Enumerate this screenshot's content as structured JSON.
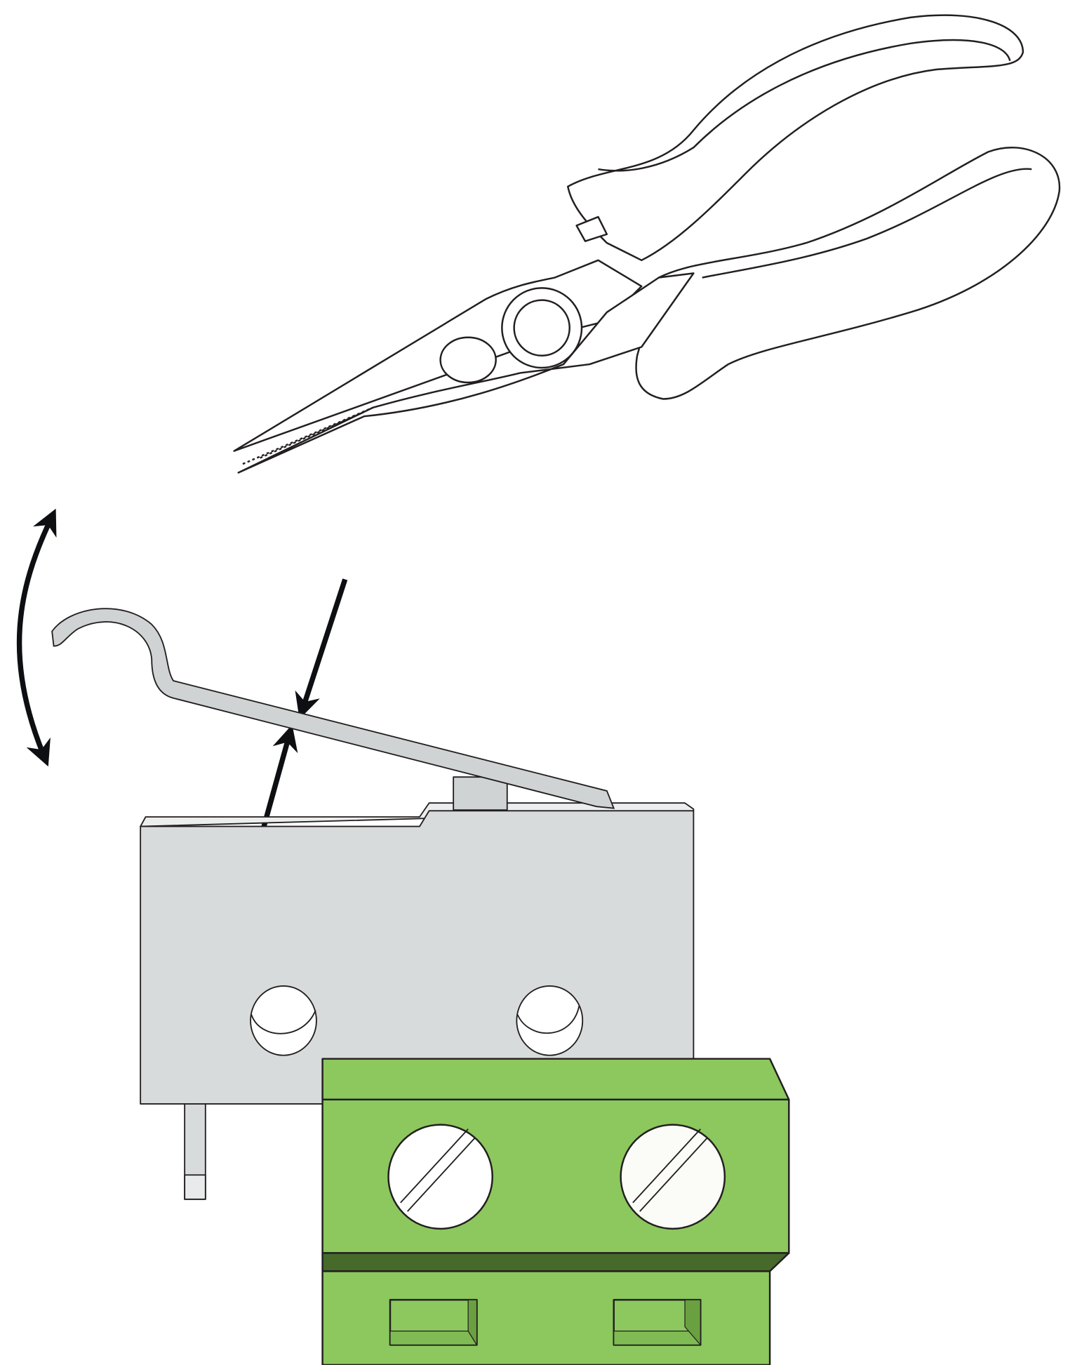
{
  "figure": {
    "elements": [
      "pliers-icon",
      "bend-arrows-icon",
      "pinch-arrows-icon",
      "microswitch",
      "lever-arm",
      "terminal-block",
      "screw-icon"
    ],
    "colors": {
      "background": "#ffffff",
      "outline": "#231f20",
      "switch_body": "#d8dbdc",
      "lever": "#d0d3d4",
      "terminal_green": "#8cc85d",
      "terminal_dark": "#466a2a",
      "terminal_mid": "#6aa040",
      "screw_face": "#fbfbf7",
      "arrow": "#0d0f12"
    }
  }
}
